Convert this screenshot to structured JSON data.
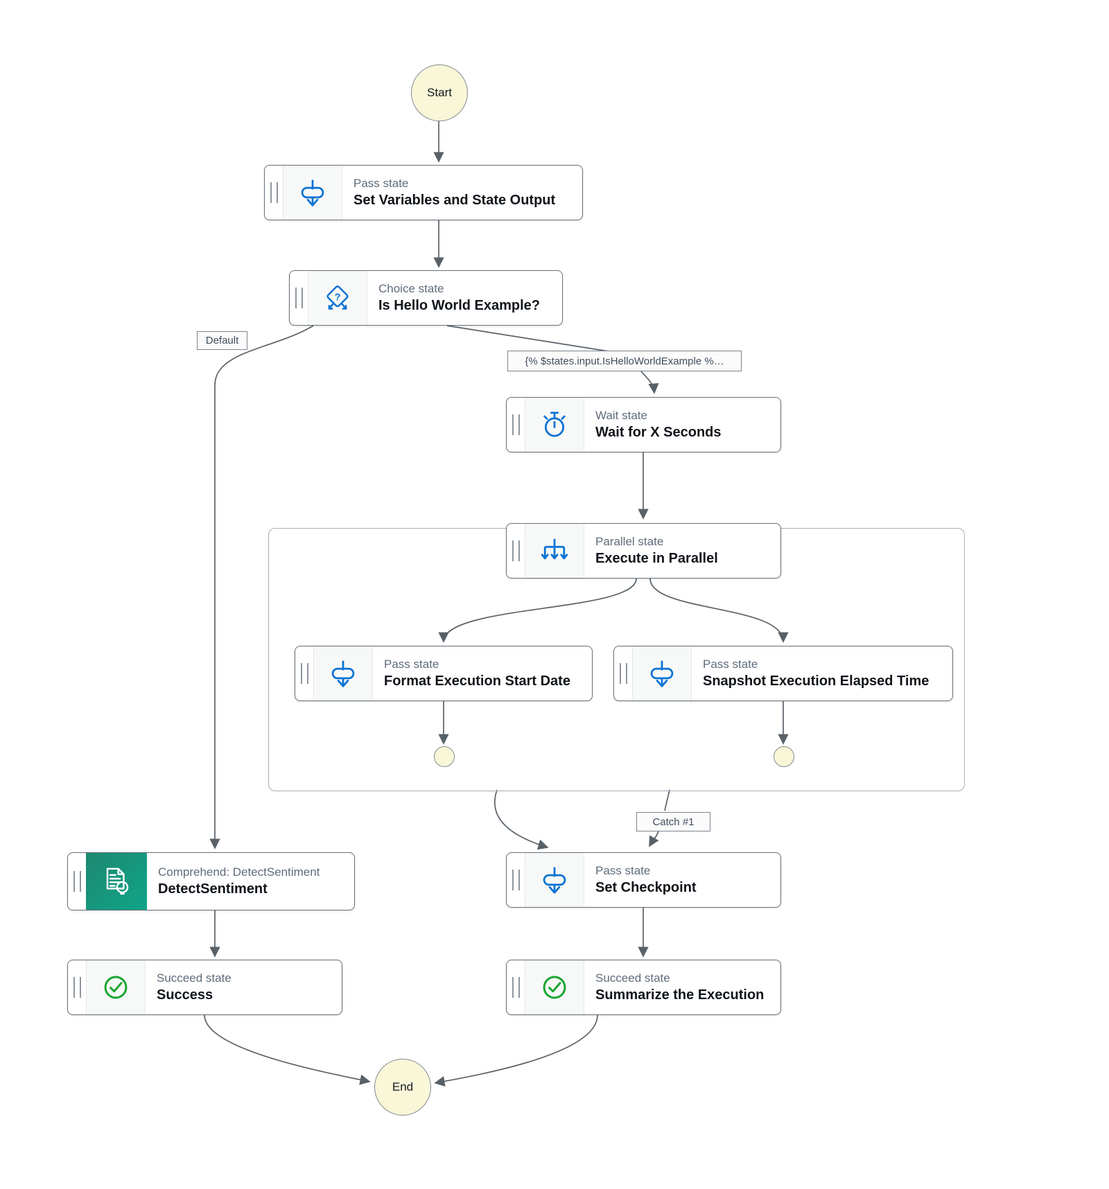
{
  "diagram": {
    "start_label": "Start",
    "end_label": "End",
    "edge_labels": {
      "default": "Default",
      "condition": "{% $states.input.IsHelloWorldExample %…",
      "catch": "Catch #1"
    },
    "colors": {
      "accent_blue": "#0972D3",
      "success_green": "#18A62F",
      "node_border": "#687078",
      "group_border": "#A4AEB8",
      "edge": "#596168",
      "terminal_fill": "#FAF6D8",
      "terminal_border": "#828A90",
      "type_label_text": "#5F6B7A",
      "title_text": "#0F141A",
      "comprehend_gradient_start": "#1E8870",
      "comprehend_gradient_end": "#0FA589"
    },
    "nodes": [
      {
        "type": "Pass",
        "type_label": "Pass state",
        "title": "Set Variables and State Output",
        "icon": "pass-icon"
      },
      {
        "type": "Choice",
        "type_label": "Choice state",
        "title": "Is Hello World Example?",
        "icon": "choice-icon"
      },
      {
        "type": "Wait",
        "type_label": "Wait state",
        "title": "Wait for X Seconds",
        "icon": "wait-icon"
      },
      {
        "type": "Parallel",
        "type_label": "Parallel state",
        "title": "Execute in Parallel",
        "icon": "parallel-icon"
      },
      {
        "type": "Pass",
        "type_label": "Pass state",
        "title": "Format Execution Start Date",
        "icon": "pass-icon"
      },
      {
        "type": "Pass",
        "type_label": "Pass state",
        "title": "Snapshot Execution Elapsed Time",
        "icon": "pass-icon"
      },
      {
        "type": "Pass",
        "type_label": "Pass state",
        "title": "Set Checkpoint",
        "icon": "pass-icon"
      },
      {
        "type": "Task",
        "type_label": "Comprehend: DetectSentiment",
        "title": "DetectSentiment",
        "icon": "comprehend-icon"
      },
      {
        "type": "Succeed",
        "type_label": "Succeed state",
        "title": "Success",
        "icon": "succeed-icon"
      },
      {
        "type": "Succeed",
        "type_label": "Succeed state",
        "title": "Summarize the Execution",
        "icon": "succeed-icon"
      }
    ]
  }
}
